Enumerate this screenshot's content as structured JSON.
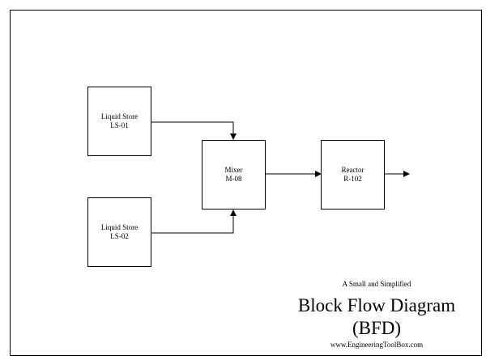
{
  "blocks": {
    "ls01": {
      "name": "Liquid Store",
      "tag": "LS-01"
    },
    "ls02": {
      "name": "Liquid Store",
      "tag": "LS-02"
    },
    "mixer": {
      "name": "Mixer",
      "tag": "M-08"
    },
    "reactor": {
      "name": "Reactor",
      "tag": "R-102"
    }
  },
  "caption": {
    "subtitle": "A Small and Simplified",
    "title": "Block Flow Diagram",
    "abbreviation": "(BFD)",
    "website": "www.EngineeringToolBox.com"
  },
  "colors": {
    "line": "#000000",
    "background": "#ffffff"
  }
}
